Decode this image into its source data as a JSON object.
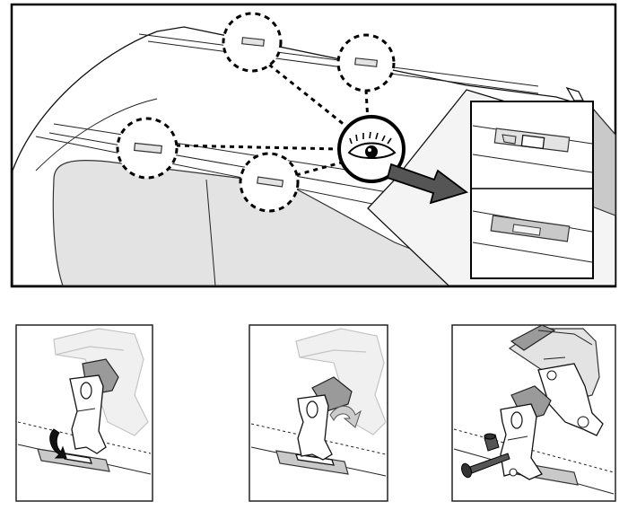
{
  "figure": {
    "top_panel": {
      "description_icons": [
        "eye-icon",
        "arrow-right-icon"
      ],
      "slot_markers": 4
    },
    "steps": [
      {
        "id": "step-1",
        "action_icon": "rotate-arrow-icon"
      },
      {
        "id": "step-2",
        "action_icon": "curved-arrow-icon"
      },
      {
        "id": "step-3",
        "action_icon": "bolt-icon"
      }
    ],
    "colors": {
      "outline": "#000000",
      "shade": "#c9c9c9",
      "dark_shade": "#555555"
    }
  }
}
